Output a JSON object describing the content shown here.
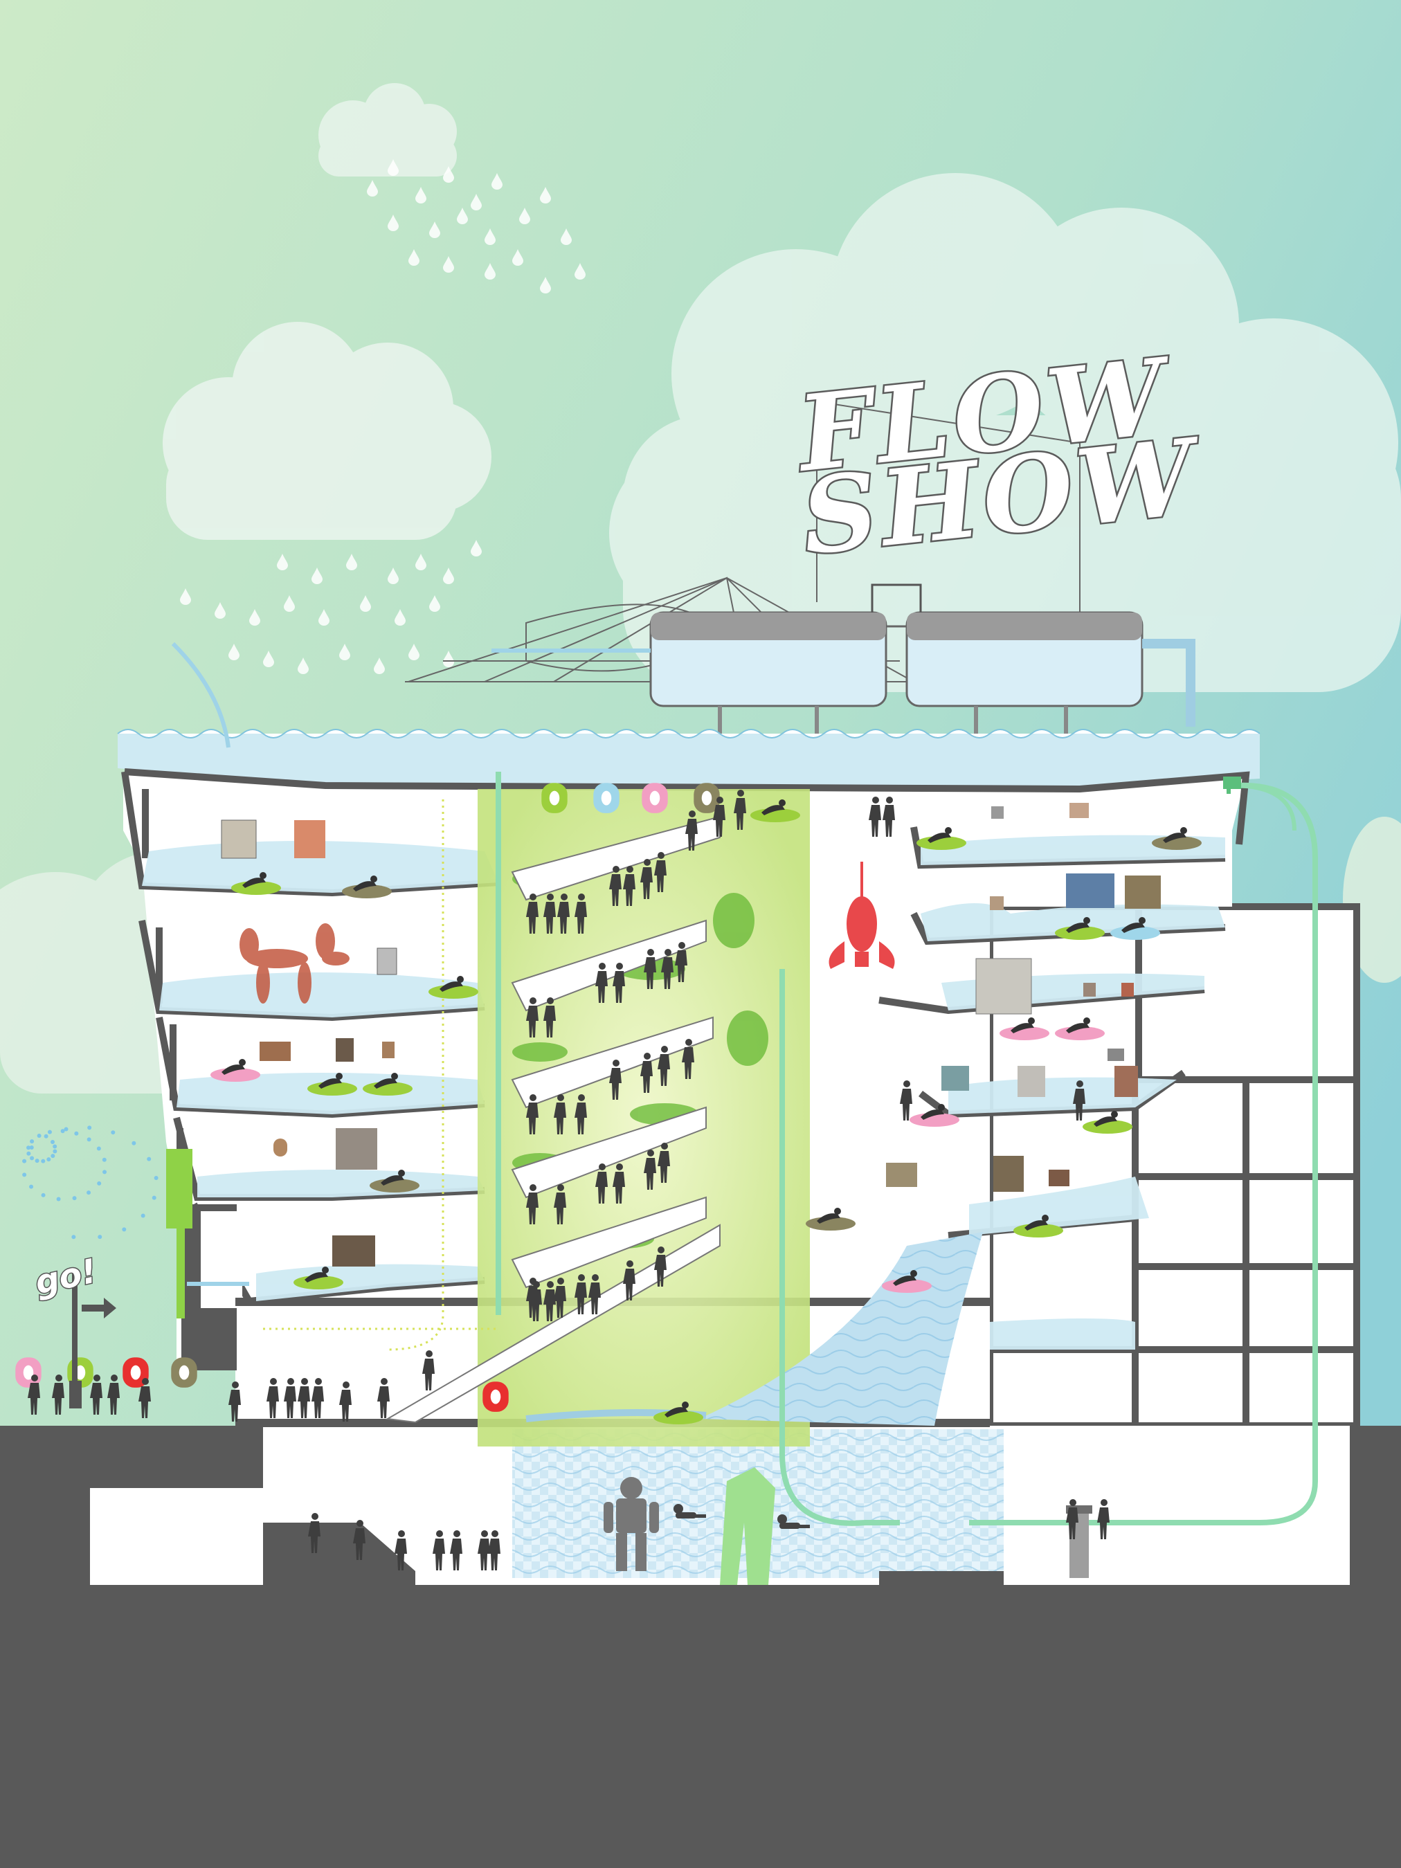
{
  "sign": {
    "line1": "FLOW",
    "line2": "SHOW"
  },
  "go_sign": {
    "text": "go!"
  },
  "colors": {
    "sky_top": "#a9dcd8",
    "sky_left": "#c6e6c4",
    "ground": "#595959",
    "wall": "#595959",
    "water": "#cfeaf3",
    "water_line": "#7fc3dd",
    "atrium_green": "#c9e58a",
    "pipe_green": "#7fd4a0",
    "float_green": "#9ccf3c",
    "float_pink": "#f29fc3",
    "float_blue": "#9fd6ea",
    "float_olive": "#8a8560",
    "float_red": "#e8302f",
    "lobster_red": "#e8484b",
    "silhouette": "#3e3e3e"
  },
  "icons": [
    "cloud-icon",
    "raindrop-icon",
    "faucet-icon",
    "balloon-dog-icon",
    "lobster-icon",
    "robot-statue-icon",
    "diver-icon",
    "person-silhouette-icon",
    "float-ring-icon",
    "arrow-right-icon",
    "water-pump-icon"
  ]
}
